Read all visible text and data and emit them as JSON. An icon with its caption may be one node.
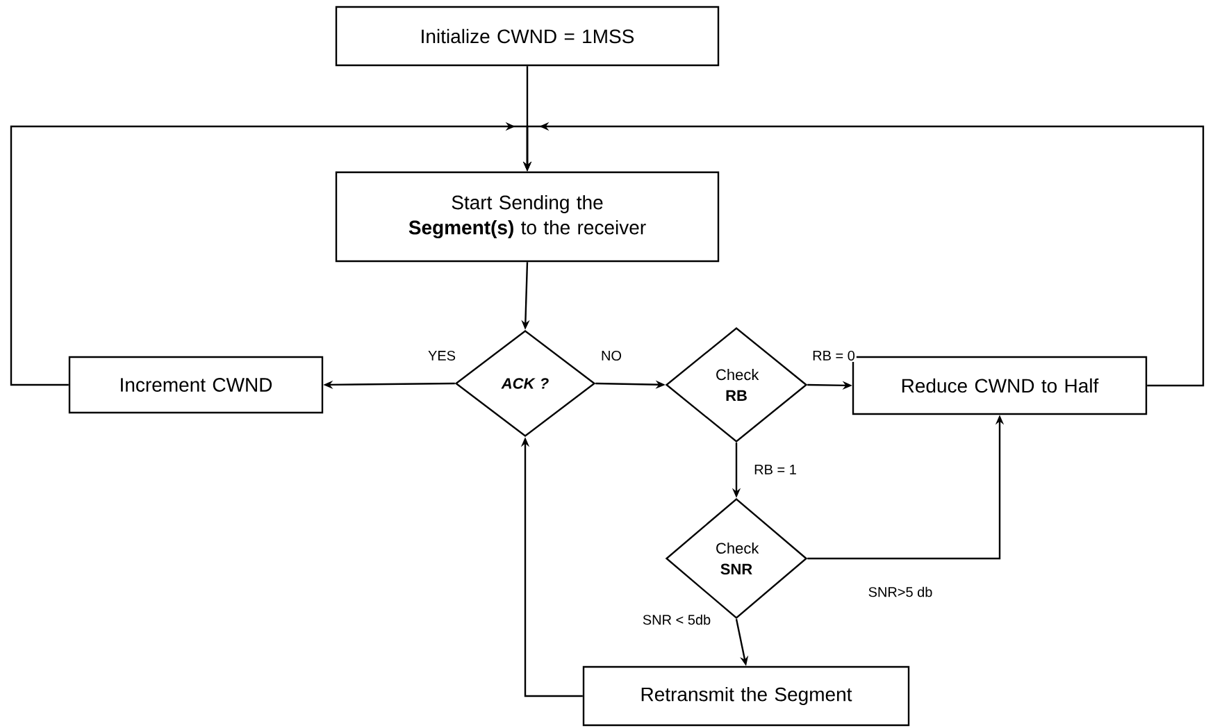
{
  "diagram": {
    "nodes": [
      {
        "text": [
          "Initialize CWND = 1MSS"
        ]
      },
      {
        "text": [
          "Start Sending the **Segment(s)** to the receiver"
        ]
      },
      {
        "text": [
          "ACK ?"
        ]
      },
      {
        "text": [
          "Check **RB**"
        ]
      },
      {
        "text": [
          "Increment CWND"
        ]
      },
      {
        "text": [
          "Reduce CWND to Half"
        ]
      },
      {
        "text": [
          "Check **SNR**"
        ]
      },
      {
        "text": [
          "Retransmit the Segment"
        ]
      }
    ],
    "edges": [
      {
        "from": 0,
        "to": 1,
        "arrow": "to"
      },
      {
        "from": 4,
        "to": 1,
        "arrow": "to"
      },
      {
        "from": 5,
        "to": 1,
        "arrow": "to"
      },
      {
        "from": 1,
        "to": 2,
        "arrow": "to"
      },
      {
        "from": 2,
        "to": 4,
        "arrow": "to",
        "label": "YES"
      },
      {
        "from": 2,
        "to": 3,
        "arrow": "to",
        "label": "NO"
      },
      {
        "from": 3,
        "to": 5,
        "arrow": "to",
        "label": "RB = 0"
      },
      {
        "from": 3,
        "to": 6,
        "arrow": "to",
        "label": "RB = 1"
      },
      {
        "from": 6,
        "to": 5,
        "arrow": "to",
        "label": "SNR>5 db"
      },
      {
        "from": 6,
        "to": 7,
        "arrow": "to",
        "label": "SNR < 5db"
      },
      {
        "from": 7,
        "to": 2,
        "arrow": "to"
      }
    ]
  }
}
